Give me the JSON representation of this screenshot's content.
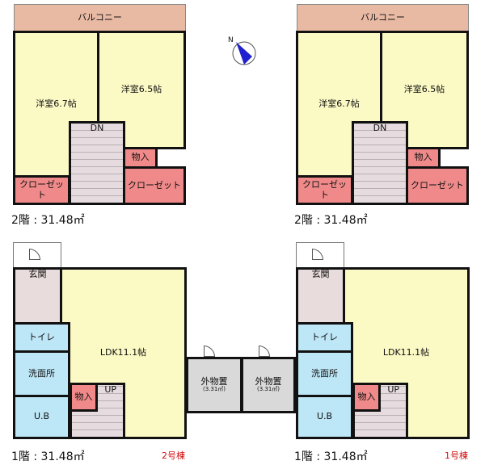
{
  "units": [
    {
      "building": "2号棟",
      "floor2": {
        "balcony": "バルコニー",
        "room_a": "洋室6.7帖",
        "room_b": "洋室6.5帖",
        "stairs": "DN",
        "storage": "物入",
        "closet_a": "クローゼット",
        "closet_b": "クローゼット",
        "area_label": "2階 : 31.48㎡"
      },
      "floor1": {
        "entrance": "玄関",
        "toilet": "トイレ",
        "washroom": "洗面所",
        "bath": "U.B",
        "storage": "物入",
        "stairs": "UP",
        "ldk": "LDK11.1帖",
        "area_label": "1階 : 31.48㎡"
      },
      "outdoor_storage": {
        "label": "外物置",
        "size": "(3.31㎡)"
      }
    },
    {
      "building": "1号棟",
      "floor2": {
        "balcony": "バルコニー",
        "room_a": "洋室6.7帖",
        "room_b": "洋室6.5帖",
        "stairs": "DN",
        "storage": "物入",
        "closet_a": "クローゼット",
        "closet_b": "クローゼット",
        "area_label": "2階 : 31.48㎡"
      },
      "floor1": {
        "entrance": "玄関",
        "toilet": "トイレ",
        "washroom": "洗面所",
        "bath": "U.B",
        "storage": "物入",
        "stairs": "UP",
        "ldk": "LDK11.1帖",
        "area_label": "1階 : 31.48㎡"
      },
      "outdoor_storage": {
        "label": "外物置",
        "size": "(3.31㎡)"
      }
    }
  ],
  "compass": {
    "label": "N",
    "color": "#2020d0"
  },
  "colors": {
    "balcony": "#e8b9a3",
    "room": "#fbf9c4",
    "closet": "#f08a8a",
    "wet": "#bde6f6",
    "storage_out": "#d9d9d9",
    "building_label": "#d01010"
  }
}
